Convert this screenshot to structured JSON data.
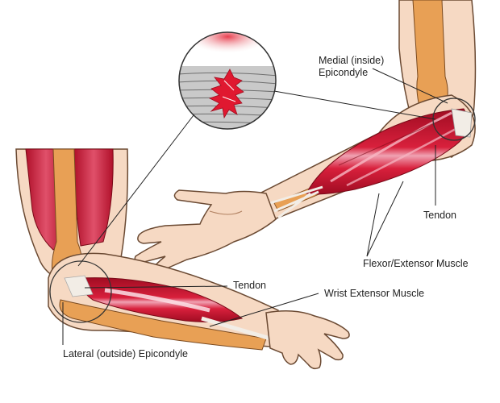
{
  "labels": {
    "medial": "Medial (inside)\nEpicondyle",
    "tendon_top": "Tendon",
    "flexor_extensor": "Flexor/Extensor Muscle",
    "tendon_bottom": "Tendon",
    "wrist_extensor": "Wrist Extensor Muscle",
    "lateral": "Lateral (outside) Epicondyle"
  },
  "colors": {
    "skin": "#f6d9c3",
    "skin_outline": "#6b4a33",
    "muscle": "#c8102e",
    "muscle_highlight": "#f5a0b0",
    "bone": "#e8a055",
    "tendon": "#f2ede6",
    "zoom_bg": "#c9c9c9",
    "tear": "#e01830"
  }
}
